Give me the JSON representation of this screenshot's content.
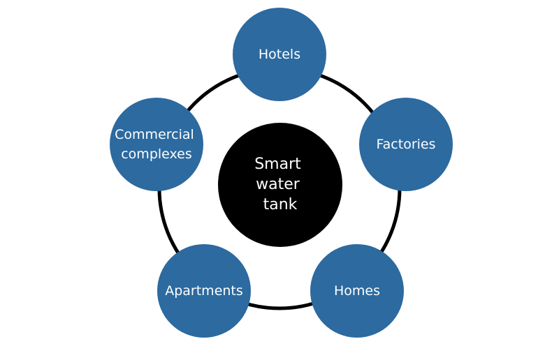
{
  "diagram": {
    "center": {
      "lines": [
        "Smart",
        "water",
        "tank"
      ]
    },
    "nodes": [
      {
        "id": "hotels",
        "lines": [
          "Hotels"
        ]
      },
      {
        "id": "factories",
        "lines": [
          "Factories"
        ]
      },
      {
        "id": "homes",
        "lines": [
          "Homes"
        ]
      },
      {
        "id": "apartments",
        "lines": [
          "Apartments"
        ]
      },
      {
        "id": "commercial-complexes",
        "lines": [
          "Commercial",
          "complexes"
        ]
      }
    ]
  },
  "colors": {
    "node_fill": "#2c6aa0",
    "center_fill": "#000000",
    "ring_stroke": "#000000",
    "label_text": "#ffffff"
  }
}
